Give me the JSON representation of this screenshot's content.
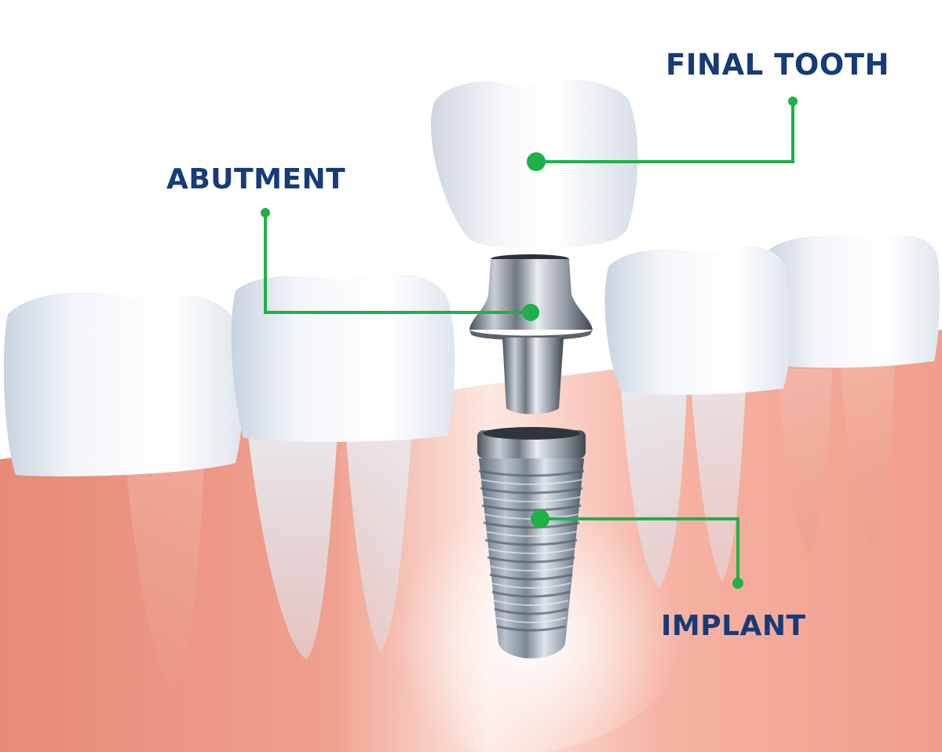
{
  "diagram": {
    "subject": "Dental implant components",
    "colors": {
      "label_text": "#173b78",
      "leader_line": "#1fb04a",
      "gum": "#f2a08e",
      "tooth": "#f7f9fc",
      "metal": "#9aa3ad",
      "background": "#ffffff"
    },
    "labels": [
      {
        "id": "final_tooth",
        "text": "FINAL TOOTH",
        "points_to": "crown"
      },
      {
        "id": "abutment",
        "text": "ABUTMENT",
        "points_to": "abutment"
      },
      {
        "id": "implant",
        "text": "IMPLANT",
        "points_to": "implant screw"
      }
    ],
    "parts": [
      "crown",
      "abutment",
      "implant screw"
    ],
    "context": [
      "adjacent natural teeth (left, 2)",
      "adjacent natural teeth (right, 2)",
      "gum tissue"
    ]
  }
}
